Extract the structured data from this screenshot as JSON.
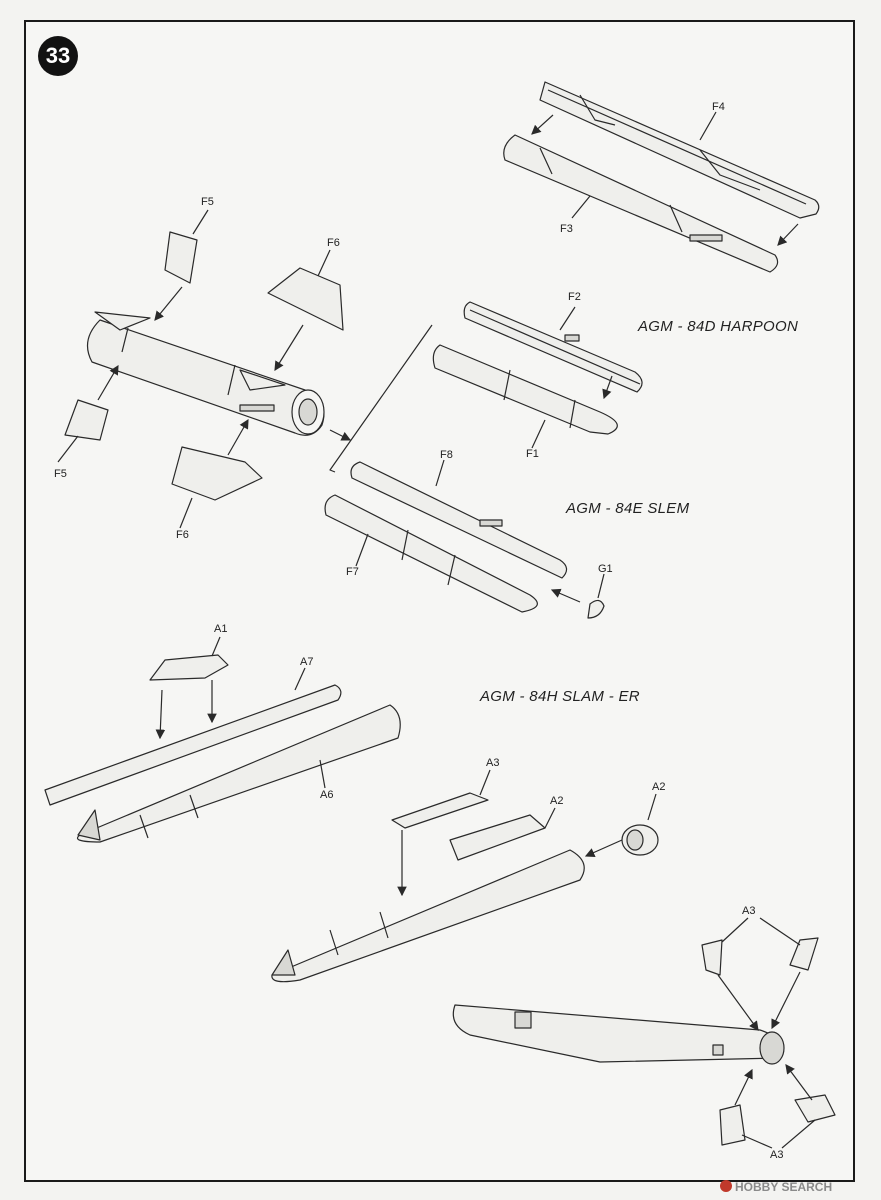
{
  "step_number": "33",
  "titles": {
    "harpoon": "AGM - 84D HARPOON",
    "slem": "AGM - 84E SLEM",
    "slam_er": "AGM - 84H SLAM - ER"
  },
  "parts": {
    "F4": "F4",
    "F3": "F3",
    "F5a": "F5",
    "F5b": "F5",
    "F6a": "F6",
    "F6b": "F6",
    "F2": "F2",
    "F1": "F1",
    "F8": "F8",
    "F7": "F7",
    "G1": "G1",
    "A1": "A1",
    "A7": "A7",
    "A6": "A6",
    "A3a": "A3",
    "A2a": "A2",
    "A2b": "A2",
    "A3b": "A3",
    "A3c": "A3"
  },
  "watermark": "HOBBY SEARCH",
  "colors": {
    "line": "#2a2a2a",
    "fill": "#efefec",
    "shade": "#d8d8d4"
  }
}
